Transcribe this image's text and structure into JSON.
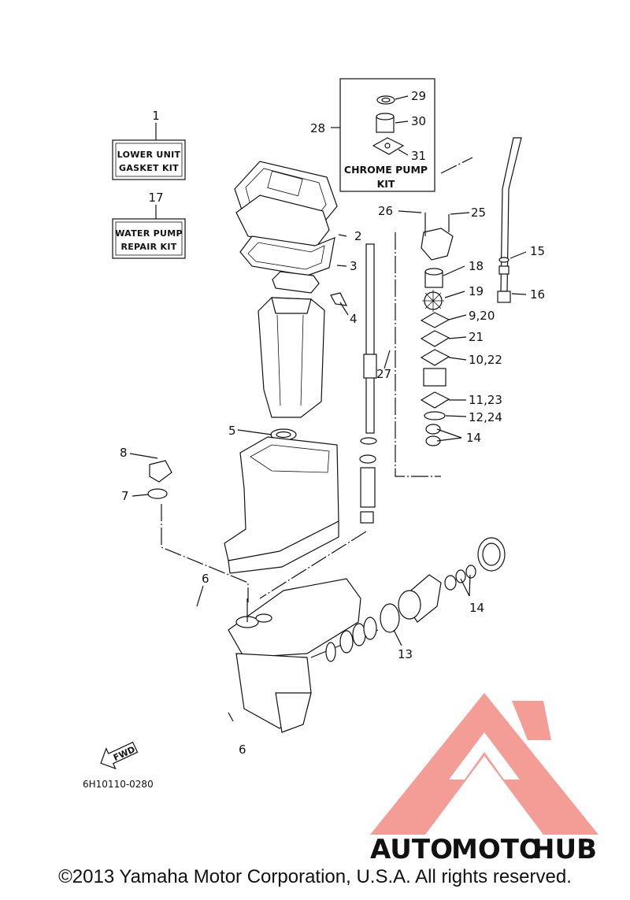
{
  "callouts": [
    {
      "id": "c1",
      "label": "1"
    },
    {
      "id": "c2",
      "label": "2"
    },
    {
      "id": "c3",
      "label": "3"
    },
    {
      "id": "c4",
      "label": "4"
    },
    {
      "id": "c5",
      "label": "5"
    },
    {
      "id": "c6a",
      "label": "6"
    },
    {
      "id": "c6b",
      "label": "6"
    },
    {
      "id": "c7",
      "label": "7"
    },
    {
      "id": "c8",
      "label": "8"
    },
    {
      "id": "c13",
      "label": "13"
    },
    {
      "id": "c14a",
      "label": "14"
    },
    {
      "id": "c14b",
      "label": "14"
    },
    {
      "id": "c15",
      "label": "15"
    },
    {
      "id": "c16",
      "label": "16"
    },
    {
      "id": "c17",
      "label": "17"
    },
    {
      "id": "c18",
      "label": "18"
    },
    {
      "id": "c19",
      "label": "19"
    },
    {
      "id": "c920",
      "label": "9,20"
    },
    {
      "id": "c21",
      "label": "21"
    },
    {
      "id": "c1022",
      "label": "10,22"
    },
    {
      "id": "c1123",
      "label": "11,23"
    },
    {
      "id": "c1224",
      "label": "12,24"
    },
    {
      "id": "c25",
      "label": "25"
    },
    {
      "id": "c26",
      "label": "26"
    },
    {
      "id": "c27",
      "label": "27"
    },
    {
      "id": "c28",
      "label": "28"
    },
    {
      "id": "c29",
      "label": "29"
    },
    {
      "id": "c30",
      "label": "30"
    },
    {
      "id": "c31",
      "label": "31"
    }
  ],
  "kits": {
    "lower_unit": {
      "line1": "LOWER UNIT",
      "line2": "GASKET KIT"
    },
    "water_pump": {
      "line1": "WATER PUMP",
      "line2": "REPAIR KIT"
    },
    "chrome_pump": {
      "line1": "CHROME PUMP",
      "line2": "KIT"
    }
  },
  "fwd_label": "FWD",
  "diagram_code": "6H10110-0280",
  "watermark": {
    "part1": "AUTO",
    "part2": "MOTO",
    "part3": "HUB",
    "color1": "#f5c26b",
    "color2": "#ee8b86",
    "color3": "#777777",
    "logo_color": "#f28c84"
  },
  "copyright": "©2013 Yamaha Motor Corporation, U.S.A. All rights reserved."
}
